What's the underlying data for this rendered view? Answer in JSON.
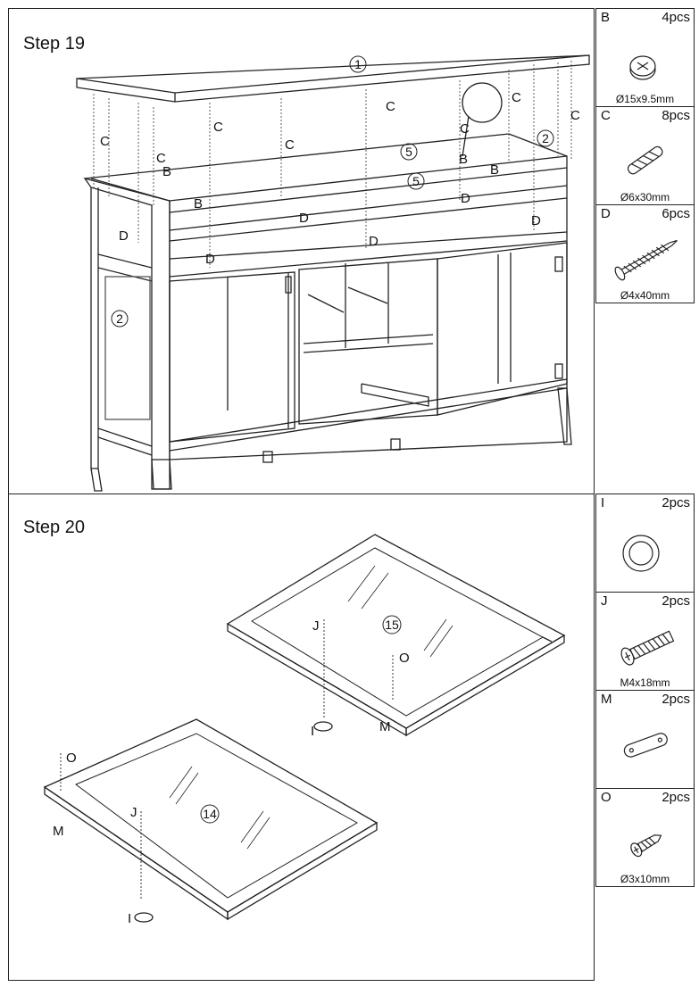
{
  "step19": {
    "title": "Step 19",
    "labels": {
      "one": "1",
      "two": "2",
      "five": "5",
      "B": "B",
      "C": "C",
      "D": "D"
    }
  },
  "step20": {
    "title": "Step 20",
    "labels": {
      "fourteen": "14",
      "fifteen": "15",
      "I": "I",
      "J": "J",
      "M": "M",
      "O": "O"
    }
  },
  "parts19": [
    {
      "letter": "B",
      "qty": "4pcs",
      "size": "Ø15x9.5mm",
      "icon": "cam-lock-icon"
    },
    {
      "letter": "C",
      "qty": "8pcs",
      "size": "Ø6x30mm",
      "icon": "dowel-icon"
    },
    {
      "letter": "D",
      "qty": "6pcs",
      "size": "Ø4x40mm",
      "icon": "wood-screw-icon"
    }
  ],
  "parts20": [
    {
      "letter": "I",
      "qty": "2pcs",
      "size": "",
      "icon": "knob-icon"
    },
    {
      "letter": "J",
      "qty": "2pcs",
      "size": "M4x18mm",
      "icon": "machine-screw-icon"
    },
    {
      "letter": "M",
      "qty": "2pcs",
      "size": "",
      "icon": "plate-icon"
    },
    {
      "letter": "O",
      "qty": "2pcs",
      "size": "Ø3x10mm",
      "icon": "small-screw-icon"
    }
  ]
}
